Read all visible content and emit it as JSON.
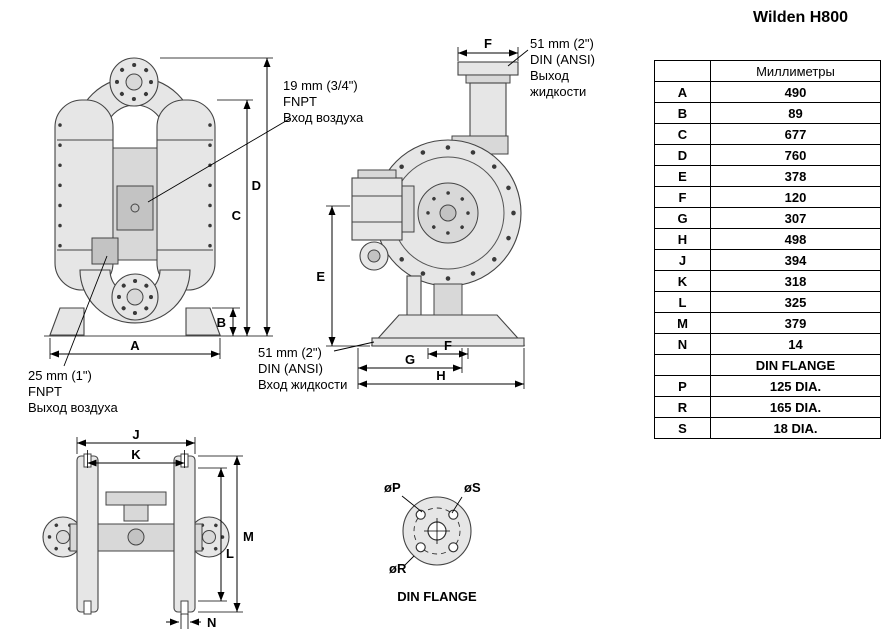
{
  "title": "Wilden H800",
  "table": {
    "header": {
      "units": "Миллиметры"
    },
    "rows": [
      {
        "letter": "A",
        "value": "490"
      },
      {
        "letter": "B",
        "value": "89"
      },
      {
        "letter": "C",
        "value": "677"
      },
      {
        "letter": "D",
        "value": "760"
      },
      {
        "letter": "E",
        "value": "378"
      },
      {
        "letter": "F",
        "value": "120"
      },
      {
        "letter": "G",
        "value": "307"
      },
      {
        "letter": "H",
        "value": "498"
      },
      {
        "letter": "J",
        "value": "394"
      },
      {
        "letter": "K",
        "value": "318"
      },
      {
        "letter": "L",
        "value": "325"
      },
      {
        "letter": "M",
        "value": "379"
      },
      {
        "letter": "N",
        "value": "14"
      }
    ],
    "section_header": "DIN FLANGE",
    "flange_rows": [
      {
        "letter": "P",
        "value": "125 DIA."
      },
      {
        "letter": "R",
        "value": "165 DIA."
      },
      {
        "letter": "S",
        "value": "18 DIA."
      }
    ]
  },
  "dims": {
    "A": "A",
    "B": "B",
    "C": "C",
    "D": "D",
    "E": "E",
    "F": "F",
    "G": "G",
    "H": "H",
    "J": "J",
    "K": "K",
    "L": "L",
    "M": "M",
    "N": "N",
    "P": "øP",
    "R": "øR",
    "S": "øS"
  },
  "annotations": {
    "air_inlet": {
      "lines": [
        "19 mm (3/4\")",
        "FNPT",
        "Вход воздуха"
      ]
    },
    "liquid_discharge": {
      "lines": [
        "51 mm (2\")",
        "DIN (ANSI)",
        "Выход",
        "жидкости"
      ]
    },
    "air_exhaust": {
      "lines": [
        "25 mm (1\")",
        "FNPT",
        "Выход воздуха"
      ]
    },
    "liquid_inlet": {
      "lines": [
        "51 mm (2\")",
        "DIN (ANSI)",
        "Вход жидкости"
      ]
    },
    "flange_caption": "DIN FLANGE"
  }
}
